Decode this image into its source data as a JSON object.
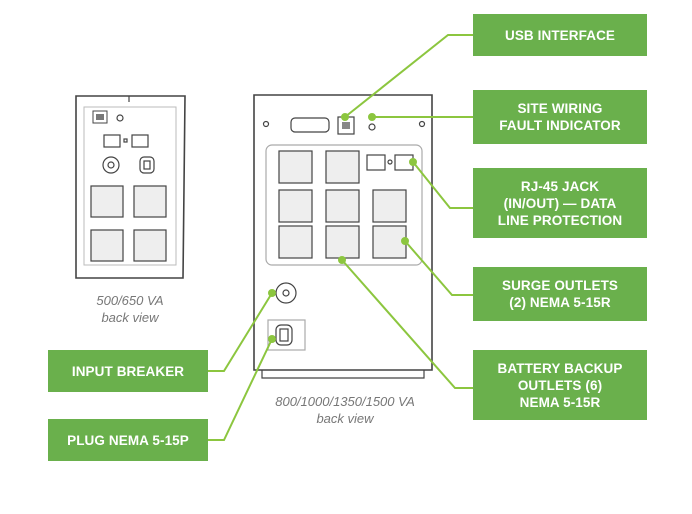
{
  "labels": {
    "usb": "USB INTERFACE",
    "site_wiring_1": "SITE WIRING",
    "site_wiring_2": "FAULT INDICATOR",
    "rj45_1": "RJ-45 JACK",
    "rj45_2": "(IN/OUT) — DATA",
    "rj45_3": "LINE PROTECTION",
    "surge_1": "SURGE OUTLETS",
    "surge_2": "(2) NEMA 5-15R",
    "battery_1": "BATTERY BACKUP",
    "battery_2": "OUTLETS (6)",
    "battery_3": "NEMA 5-15R",
    "input_breaker": "INPUT BREAKER",
    "plug": "PLUG NEMA 5-15P"
  },
  "captions": {
    "small_model": "500/650 VA",
    "small_view": "back view",
    "large_model": "800/1000/1350/1500 VA",
    "large_view": "back view"
  },
  "colors": {
    "accent": "#6ab04c",
    "leader": "#8cc63f",
    "outline": "#444444"
  }
}
